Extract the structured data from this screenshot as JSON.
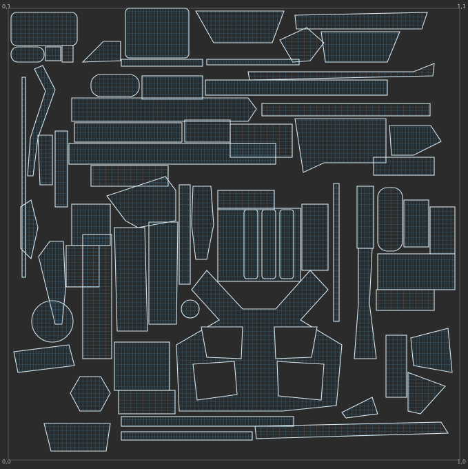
{
  "corner_labels": {
    "top_left": "0,1",
    "top_right": "1,1",
    "bottom_left": "0,0",
    "bottom_right": "1,0"
  },
  "colors": {
    "background": "#2b2b2b",
    "island_fill": "#2c3a47",
    "mesh_line": "#3f7fa6",
    "outline": "#d7e6ee",
    "frame": "#5a5a5a"
  }
}
